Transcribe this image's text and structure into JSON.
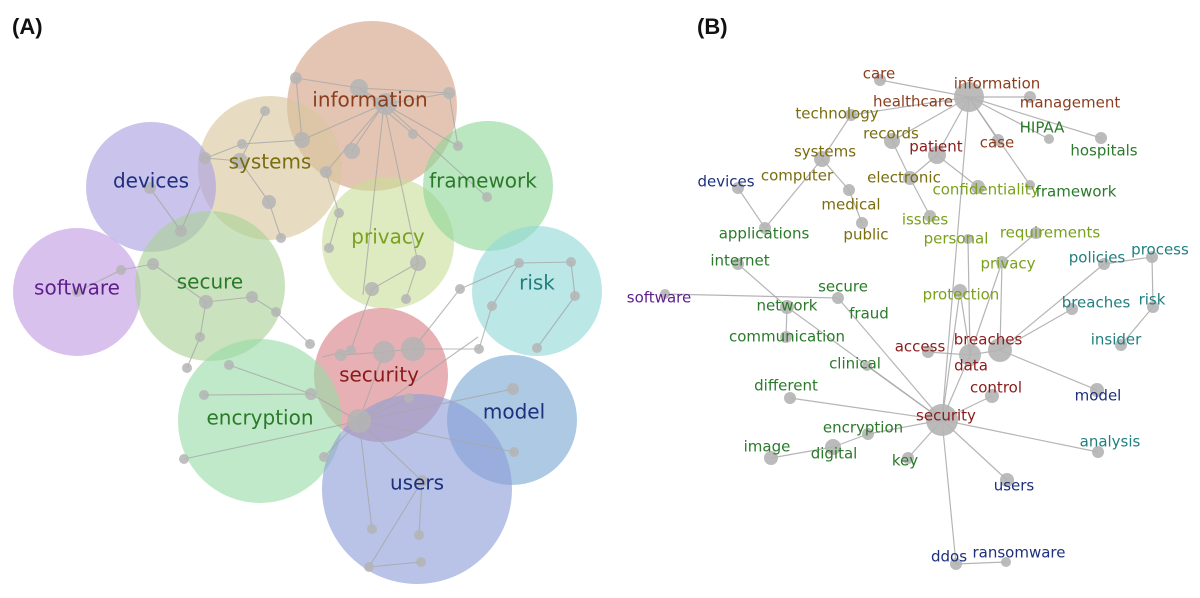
{
  "panels": {
    "a_label": "(A)",
    "b_label": "(B)"
  },
  "colors": {
    "edge": "#a8a8a8",
    "node": "#b4b4b4",
    "info_bubble": "#d4a184",
    "systems_bubble": "#d9c79c",
    "devices_bubble": "#a99ee0",
    "software_bubble": "#c29be4",
    "secure_bubble": "#a9d296",
    "privacy_bubble": "#c9dd9a",
    "framework_bubble": "#8fd69a",
    "risk_bubble": "#92d8d6",
    "security_bubble": "#d77f86",
    "encryption_bubble": "#98dca7",
    "model_bubble": "#7aa8d2",
    "users_bubble": "#8d9ed8",
    "brown": "#8b3d1d",
    "darkred": "#8b1a1a",
    "olive": "#7a6d0e",
    "green": "#2a7a2a",
    "lightgreen": "#7aa11c",
    "teal": "#217f7f",
    "navy": "#1d2f7d",
    "purple": "#5e1f8c"
  },
  "clusters": [
    {
      "label": "information"
    },
    {
      "label": "systems"
    },
    {
      "label": "devices"
    },
    {
      "label": "software"
    },
    {
      "label": "secure"
    },
    {
      "label": "privacy"
    },
    {
      "label": "framework"
    },
    {
      "label": "risk"
    },
    {
      "label": "security"
    },
    {
      "label": "encryption"
    },
    {
      "label": "model"
    },
    {
      "label": "users"
    }
  ],
  "network_words": [
    {
      "text": "care",
      "group": "brown"
    },
    {
      "text": "information",
      "group": "brown"
    },
    {
      "text": "healthcare",
      "group": "brown"
    },
    {
      "text": "management",
      "group": "brown"
    },
    {
      "text": "technology",
      "group": "olive"
    },
    {
      "text": "records",
      "group": "olive"
    },
    {
      "text": "patient",
      "group": "darkred"
    },
    {
      "text": "HIPAA",
      "group": "green"
    },
    {
      "text": "case",
      "group": "brown"
    },
    {
      "text": "hospitals",
      "group": "green"
    },
    {
      "text": "systems",
      "group": "olive"
    },
    {
      "text": "devices",
      "group": "navy"
    },
    {
      "text": "computer",
      "group": "olive"
    },
    {
      "text": "electronic",
      "group": "olive"
    },
    {
      "text": "confidentiality",
      "group": "lightgreen"
    },
    {
      "text": "framework",
      "group": "green"
    },
    {
      "text": "medical",
      "group": "olive"
    },
    {
      "text": "issues",
      "group": "lightgreen"
    },
    {
      "text": "applications",
      "group": "green"
    },
    {
      "text": "public",
      "group": "olive"
    },
    {
      "text": "personal",
      "group": "lightgreen"
    },
    {
      "text": "requirements",
      "group": "lightgreen"
    },
    {
      "text": "process",
      "group": "teal"
    },
    {
      "text": "internet",
      "group": "green"
    },
    {
      "text": "privacy",
      "group": "lightgreen"
    },
    {
      "text": "policies",
      "group": "teal"
    },
    {
      "text": "software",
      "group": "purple"
    },
    {
      "text": "secure",
      "group": "green"
    },
    {
      "text": "protection",
      "group": "lightgreen"
    },
    {
      "text": "network",
      "group": "green"
    },
    {
      "text": "fraud",
      "group": "green"
    },
    {
      "text": "breaches",
      "group": "teal"
    },
    {
      "text": "risk",
      "group": "teal"
    },
    {
      "text": "communication",
      "group": "green"
    },
    {
      "text": "insider",
      "group": "teal"
    },
    {
      "text": "clinical",
      "group": "green"
    },
    {
      "text": "access",
      "group": "darkred"
    },
    {
      "text": "breaches",
      "group": "darkred"
    },
    {
      "text": "data",
      "group": "darkred"
    },
    {
      "text": "different",
      "group": "green"
    },
    {
      "text": "control",
      "group": "darkred"
    },
    {
      "text": "model",
      "group": "navy"
    },
    {
      "text": "security",
      "group": "darkred"
    },
    {
      "text": "encryption",
      "group": "green"
    },
    {
      "text": "image",
      "group": "green"
    },
    {
      "text": "digital",
      "group": "green"
    },
    {
      "text": "key",
      "group": "green"
    },
    {
      "text": "analysis",
      "group": "teal"
    },
    {
      "text": "users",
      "group": "navy"
    },
    {
      "text": "ddos",
      "group": "navy"
    },
    {
      "text": "ransomware",
      "group": "navy"
    }
  ]
}
